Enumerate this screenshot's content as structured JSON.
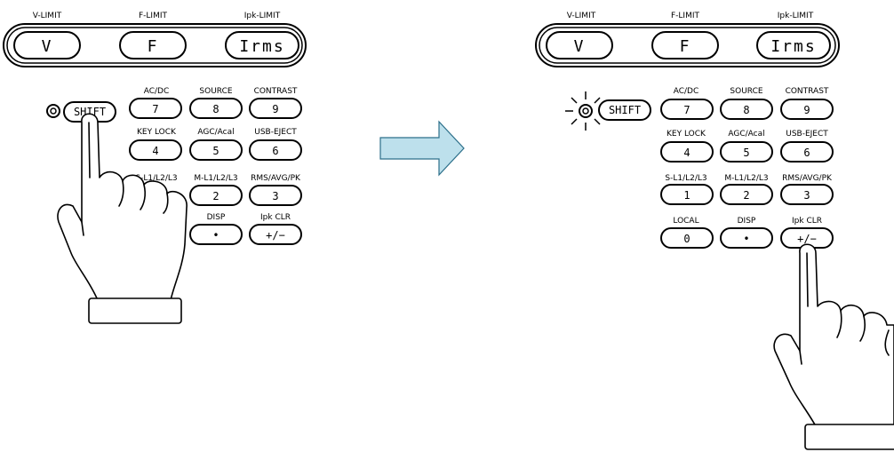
{
  "limit_labels": [
    "V-LIMIT",
    "F-LIMIT",
    "Ipk-LIMIT"
  ],
  "limit_keys": [
    "V",
    "F",
    "Irms"
  ],
  "shift_label": "SHIFT",
  "keypad": {
    "labels_row1": [
      "AC/DC",
      "SOURCE",
      "CONTRAST"
    ],
    "keys_row1": [
      "7",
      "8",
      "9"
    ],
    "labels_row2": [
      "KEY LOCK",
      "AGC/Acal",
      "USB-EJECT"
    ],
    "keys_row2": [
      "4",
      "5",
      "6"
    ],
    "labels_row3": [
      "S-L1/L2/L3",
      "M-L1/L2/L3",
      "RMS/AVG/PK"
    ],
    "keys_row3": [
      "1",
      "2",
      "3"
    ],
    "labels_row4": [
      "LOCAL",
      "DISP",
      "Ipk CLR"
    ],
    "keys_row4": [
      "0",
      "•",
      "+/−"
    ]
  },
  "colors": {
    "arrow_fill": "#bde0ec",
    "arrow_stroke": "#2c6f8a",
    "line": "#000000"
  }
}
